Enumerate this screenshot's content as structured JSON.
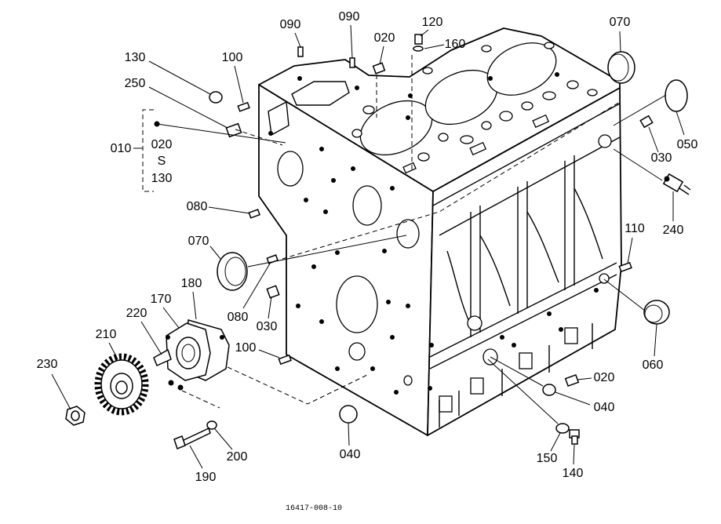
{
  "diagram": {
    "drawing_number": "16417-008-10"
  },
  "callouts": [
    "090",
    "090",
    "120",
    "020",
    "160",
    "070",
    "130",
    "100",
    "250",
    "010",
    "020",
    "S",
    "130",
    "050",
    "030",
    "080",
    "240",
    "110",
    "070",
    "180",
    "170",
    "080",
    "030",
    "220",
    "210",
    "100",
    "060",
    "020",
    "230",
    "040",
    "200",
    "040",
    "150",
    "190",
    "140"
  ]
}
